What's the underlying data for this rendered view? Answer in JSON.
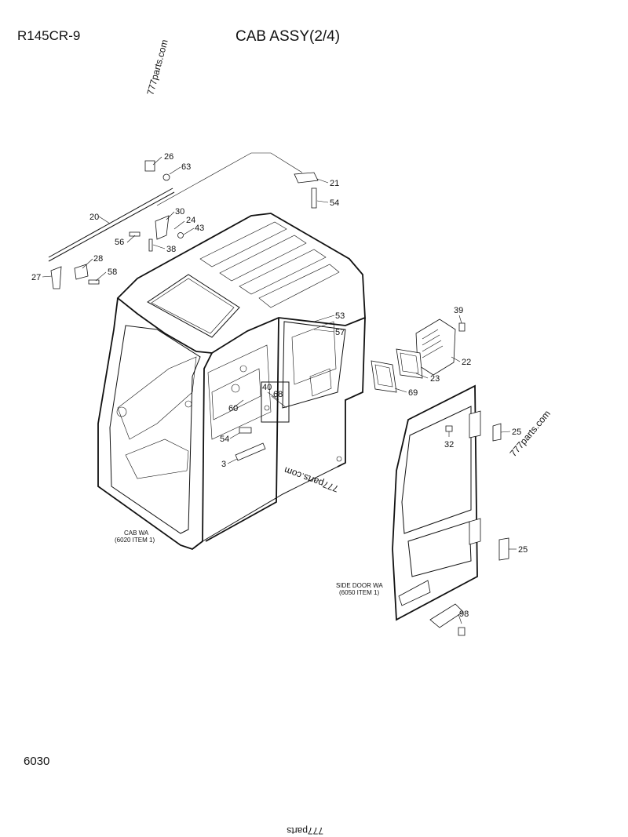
{
  "header": {
    "model": "R145CR-9",
    "title": "CAB ASSY(2/4)"
  },
  "footer": {
    "page_code": "6030"
  },
  "watermarks": [
    "777parts.com",
    "777parts.com",
    "777parts.com",
    "777parts"
  ],
  "captions": {
    "cab_line1": "CAB WA",
    "cab_line2": "(6020 ITEM 1)",
    "door_line1": "SIDE DOOR WA",
    "door_line2": "(6050 ITEM 1)"
  },
  "callouts": [
    "26",
    "63",
    "21",
    "54",
    "20",
    "30",
    "24",
    "43",
    "56",
    "38",
    "28",
    "58",
    "27",
    "39",
    "22",
    "53",
    "57",
    "23",
    "69",
    "40",
    "68",
    "60",
    "54",
    "3",
    "25",
    "32",
    "25",
    "98"
  ]
}
